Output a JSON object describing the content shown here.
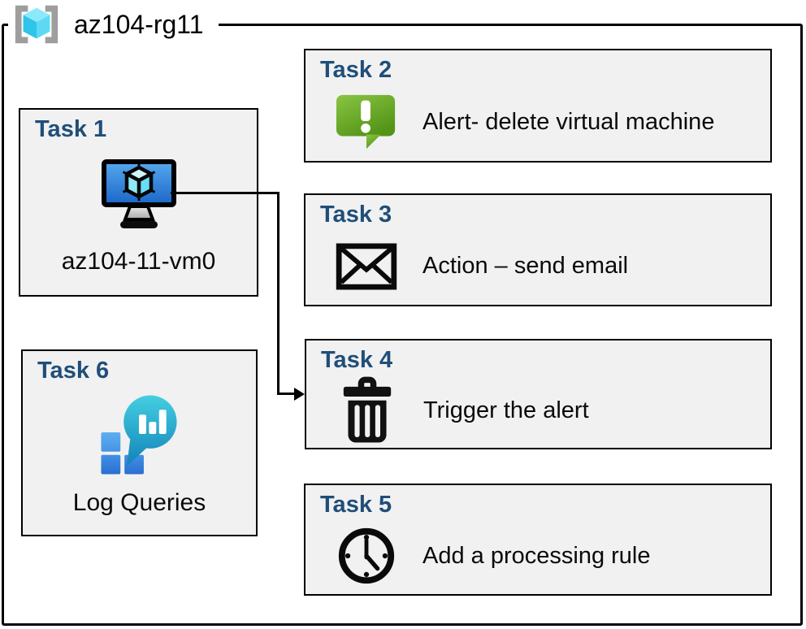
{
  "resource_group": {
    "name": "az104-rg11"
  },
  "tasks": [
    {
      "header": "Task 1",
      "label": "az104-11-vm0",
      "icon": "virtual-machine-icon"
    },
    {
      "header": "Task 2",
      "label": "Alert- delete virtual machine",
      "icon": "alert-icon"
    },
    {
      "header": "Task 3",
      "label": "Action – send email",
      "icon": "email-icon"
    },
    {
      "header": "Task 4",
      "label": "Trigger the alert",
      "icon": "trash-icon"
    },
    {
      "header": "Task 5",
      "label": "Add a processing rule",
      "icon": "clock-icon"
    },
    {
      "header": "Task 6",
      "label": "Log Queries",
      "icon": "log-queries-icon"
    }
  ],
  "connector": {
    "from": "Task 1",
    "to": "Task 4",
    "style": "elbow-arrow"
  },
  "colors": {
    "task_header_blue": "#1F4E79",
    "card_fill": "#F1F1F1",
    "border_black": "#000000",
    "alert_green_top": "#8AC543",
    "alert_green_bottom": "#549417",
    "vm_screen_blue_top": "#56A8EE",
    "vm_screen_blue_bottom": "#1B66C8",
    "cube_cyan": "#69DDF5",
    "bracket_gray": "#9E9E9E",
    "log_bubble_teal_top": "#44CFE1",
    "log_bubble_teal_bottom": "#1180B8",
    "log_square_blue_light": "#5FAEF0",
    "log_square_blue_dark": "#2A6FD0"
  }
}
